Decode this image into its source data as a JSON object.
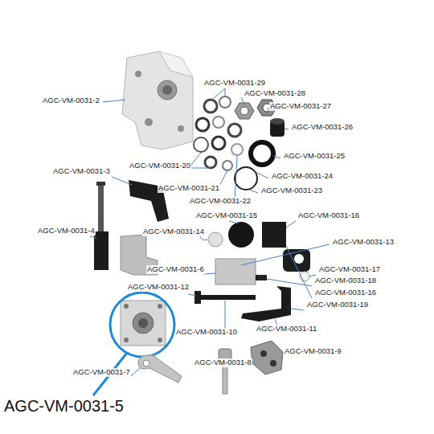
{
  "diagram": {
    "labels": [
      "AGC-VM-0031-2",
      "AGC-VM-0031-29",
      "AGC-VM-0031-28",
      "AGC-VM-0031-27",
      "AGC-VM-0031-26",
      "AGC-VM-0031-25",
      "AGC-VM-0031-20",
      "AGC-VM-0031-24",
      "AGC-VM-0031-21",
      "AGC-VM-0031-23",
      "AGC-VM-0031-22",
      "AGC-VM-0031-3",
      "AGC-VM-0031-15",
      "AGC-VM-0031-16",
      "AGC-VM-0031-14",
      "AGC-VM-0031-4",
      "AGC-VM-0031-13",
      "AGC-VM-0031-6",
      "AGC-VM-0031-17",
      "AGC-VM-0031-18",
      "AGC-VM-0031-12",
      "AGC-VM-0031-16",
      "AGC-VM-0031-19",
      "AGC-VM-0031-11",
      "AGC-VM-0031-10",
      "AGC-VM-0031-9",
      "AGC-VM-0031-8",
      "AGC-VM-0031-7",
      "AGC-VM-0031-5"
    ]
  }
}
